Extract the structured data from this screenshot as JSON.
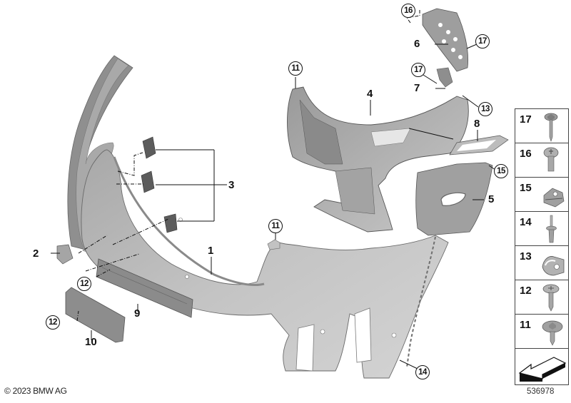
{
  "diagram": {
    "type": "exploded-parts-diagram",
    "subject": "Front bumper trim panel assembly",
    "copyright": "© 2023 BMW AG",
    "diagram_id": "536978",
    "colors": {
      "part_fill": "#b9b9b9",
      "part_dark": "#7d7d7d",
      "part_light": "#d6d6d6",
      "line": "#111111",
      "background": "#ffffff"
    }
  },
  "callouts": [
    {
      "id": "1",
      "label": "1",
      "style": "plain"
    },
    {
      "id": "2",
      "label": "2",
      "style": "plain"
    },
    {
      "id": "3",
      "label": "3",
      "style": "plain"
    },
    {
      "id": "4",
      "label": "4",
      "style": "plain"
    },
    {
      "id": "5",
      "label": "5",
      "style": "plain"
    },
    {
      "id": "6",
      "label": "6",
      "style": "plain"
    },
    {
      "id": "7",
      "label": "7",
      "style": "plain"
    },
    {
      "id": "8",
      "label": "8",
      "style": "plain"
    },
    {
      "id": "9",
      "label": "9",
      "style": "plain"
    },
    {
      "id": "10",
      "label": "10",
      "style": "plain"
    },
    {
      "id": "11a",
      "label": "11",
      "style": "circled"
    },
    {
      "id": "11b",
      "label": "11",
      "style": "circled"
    },
    {
      "id": "12a",
      "label": "12",
      "style": "circled"
    },
    {
      "id": "12b",
      "label": "12",
      "style": "circled"
    },
    {
      "id": "13",
      "label": "13",
      "style": "circled"
    },
    {
      "id": "14",
      "label": "14",
      "style": "circled"
    },
    {
      "id": "15",
      "label": "15",
      "style": "circled"
    },
    {
      "id": "16",
      "label": "16",
      "style": "circled"
    },
    {
      "id": "17a",
      "label": "17",
      "style": "circled"
    },
    {
      "id": "17b",
      "label": "17",
      "style": "circled"
    }
  ],
  "side_panel": {
    "items": [
      {
        "number": "17",
        "icon": "hex-flange-self-tapping-screw-icon"
      },
      {
        "number": "16",
        "icon": "torx-pan-head-screw-icon"
      },
      {
        "number": "15",
        "icon": "clip-nut-icon"
      },
      {
        "number": "14",
        "icon": "expanding-rivet-icon"
      },
      {
        "number": "13",
        "icon": "spring-nut-clip-icon"
      },
      {
        "number": "12",
        "icon": "torx-washer-screw-icon"
      },
      {
        "number": "11",
        "icon": "hex-washer-screw-icon"
      },
      {
        "number": "",
        "icon": "direction-arrow-icon"
      }
    ]
  }
}
